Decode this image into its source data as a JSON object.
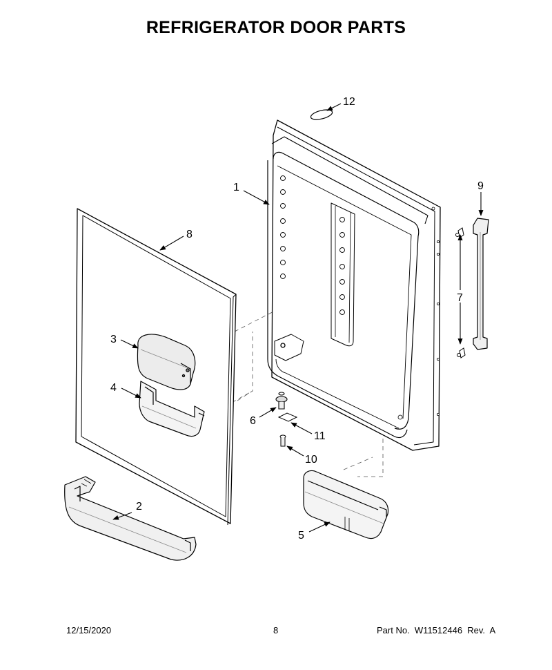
{
  "title": "REFRIGERATOR DOOR PARTS",
  "callouts": {
    "c1": "1",
    "c2": "2",
    "c3": "3",
    "c4": "4",
    "c5": "5",
    "c6": "6",
    "c7": "7",
    "c8": "8",
    "c9": "9",
    "c10": "10",
    "c11": "11",
    "c12": "12"
  },
  "footer": {
    "date": "12/15/2020",
    "page": "8",
    "part": "Part No.  W11512446  Rev.  A"
  }
}
